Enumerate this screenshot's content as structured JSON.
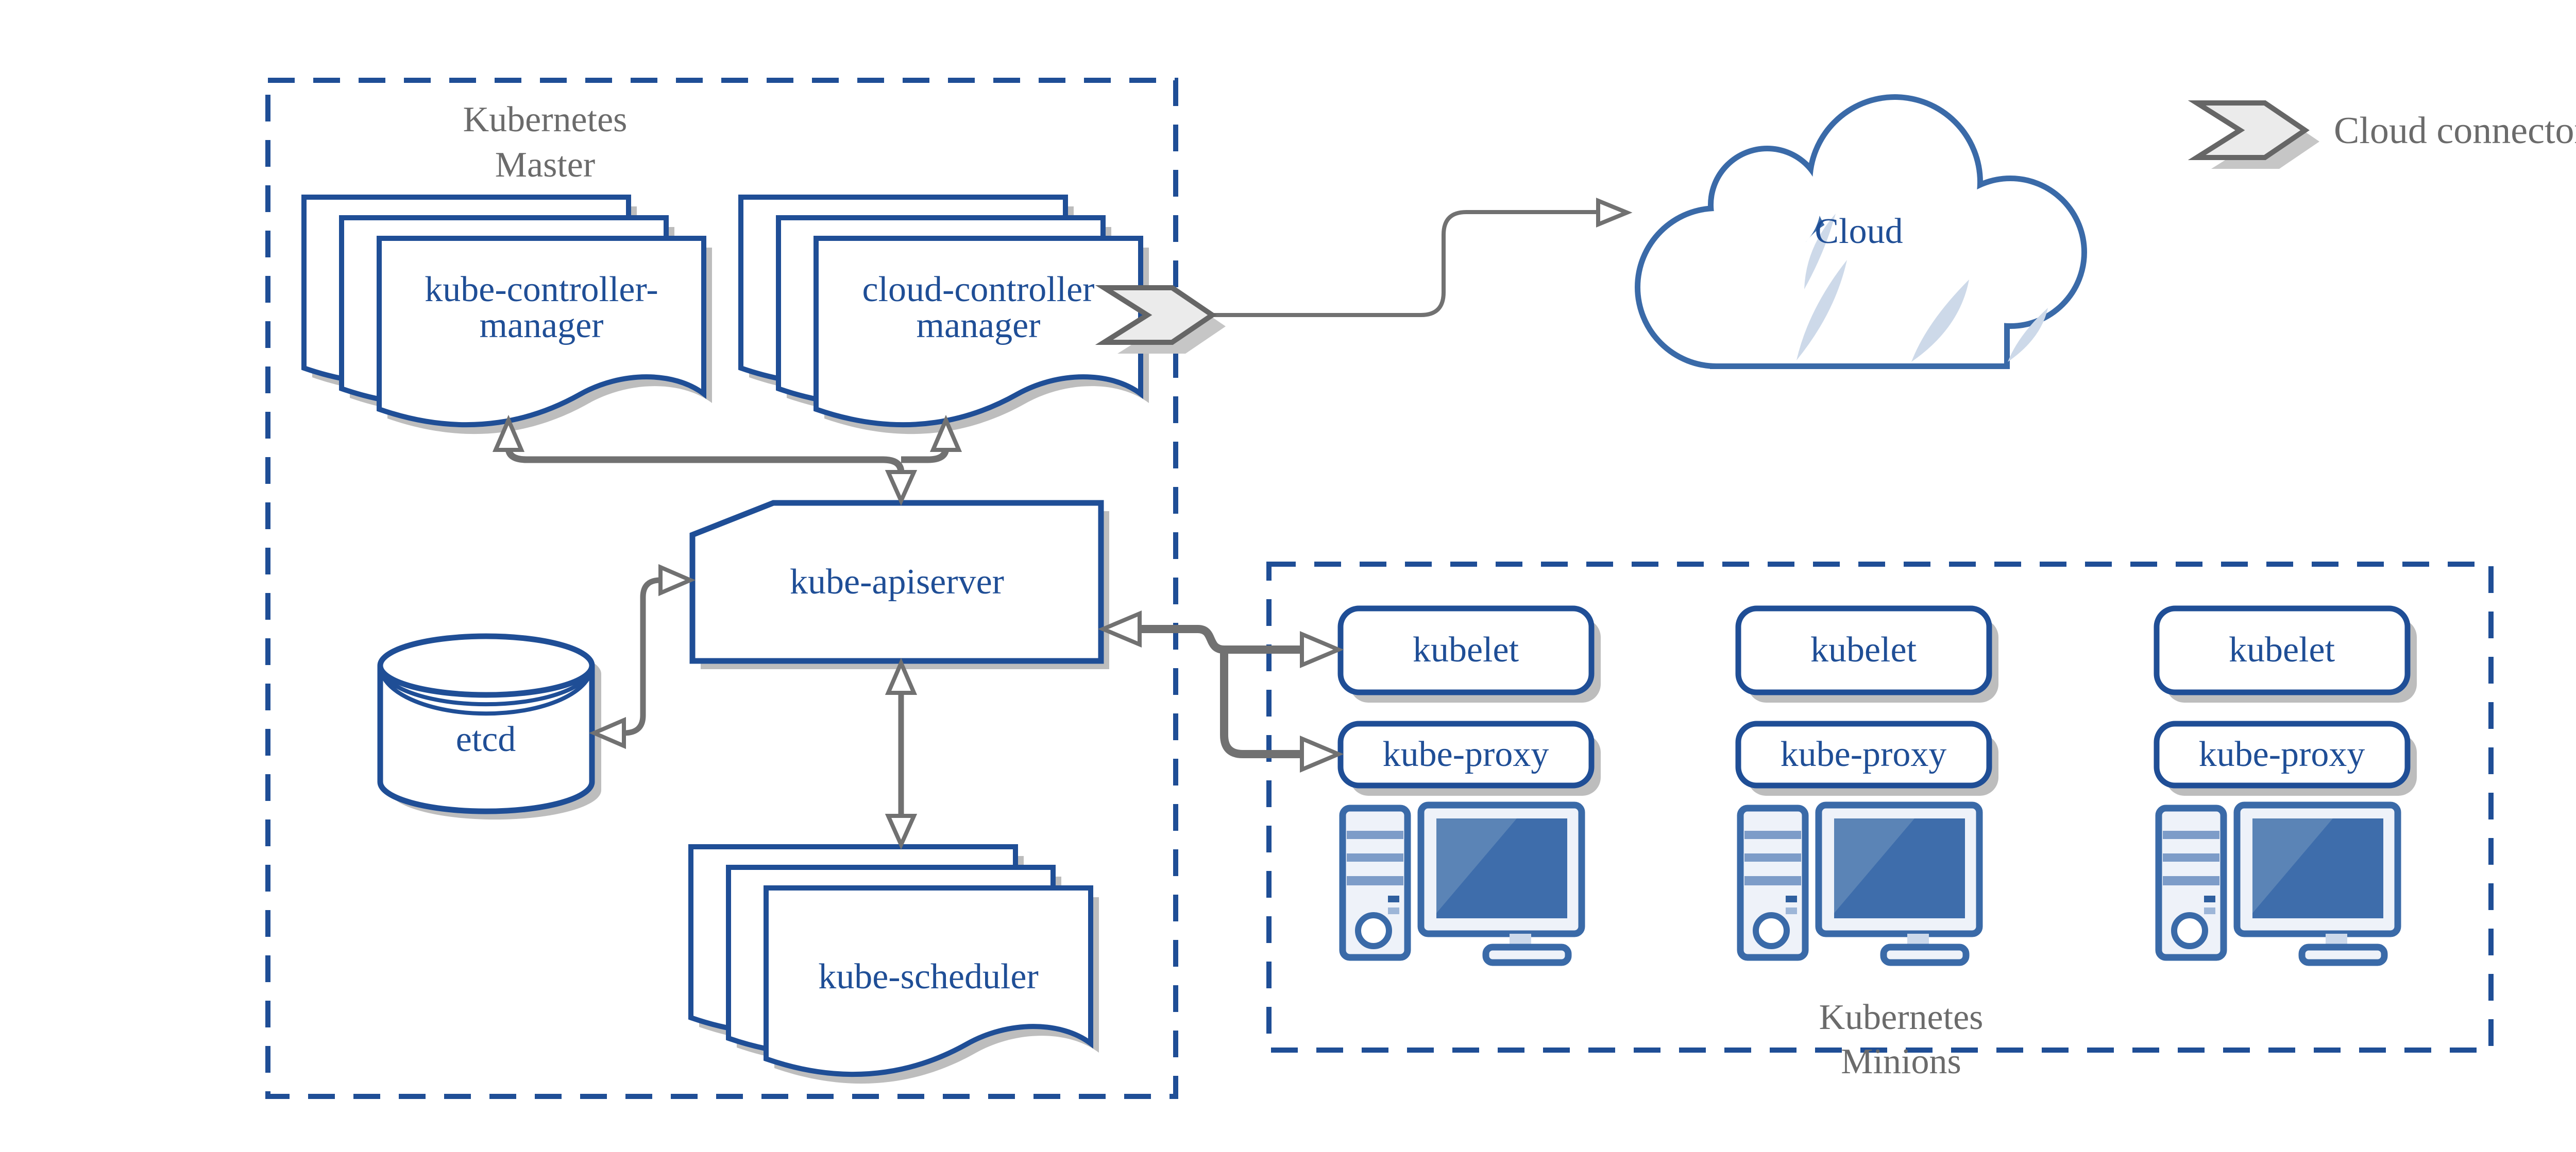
{
  "master": {
    "title_line1": "Kubernetes",
    "title_line2": "Master"
  },
  "minions": {
    "title_line1": "Kubernetes",
    "title_line2": "Minions"
  },
  "nodes": {
    "kube_controller_manager": {
      "label_line1": "kube-controller-",
      "label_line2": "manager"
    },
    "cloud_controller_manager": {
      "label_line1": "cloud-controller",
      "label_line2": "manager"
    },
    "kube_apiserver": {
      "label": "kube-apiserver"
    },
    "etcd": {
      "label": "etcd"
    },
    "kube_scheduler": {
      "label": "kube-scheduler"
    },
    "cloud": {
      "label": "Cloud"
    }
  },
  "minion_nodes": [
    {
      "kubelet": "kubelet",
      "kube_proxy": "kube-proxy"
    },
    {
      "kubelet": "kubelet",
      "kube_proxy": "kube-proxy"
    },
    {
      "kubelet": "kubelet",
      "kube_proxy": "kube-proxy"
    }
  ],
  "legend": {
    "cloud_connector_label": "Cloud connector"
  },
  "colors": {
    "node_border_blue": "#1f4e96",
    "node_text_blue": "#1f4e96",
    "icon_blue": "#3a6aa8",
    "screen_blue": "#3e6dab",
    "cloud_accent_light": "#cdd9e9",
    "gray_text": "#6b6b6b",
    "arrow_gray": "#717171",
    "shadow_gray": "#bdbdbd",
    "chevron_fill": "#ebebeb",
    "chevron_border": "#666666"
  }
}
